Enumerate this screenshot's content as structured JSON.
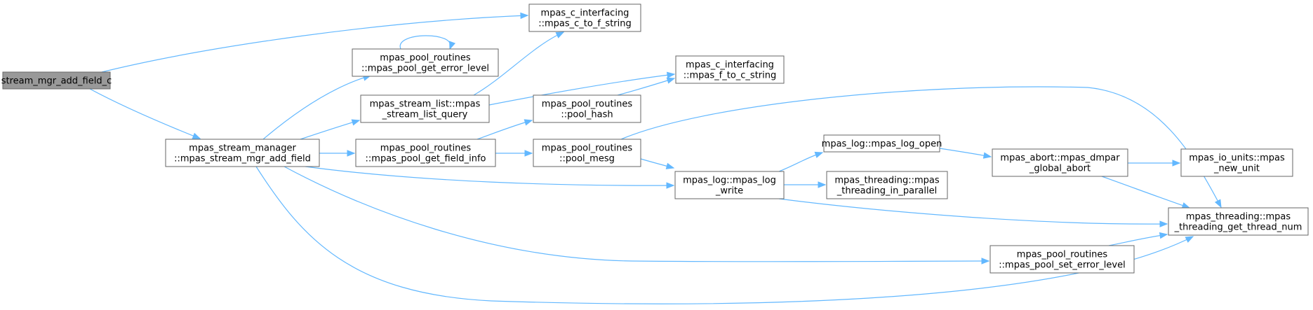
{
  "nodes": [
    {
      "id": "root",
      "lines": [
        "stream_mgr_add_field_c"
      ],
      "root": true
    },
    {
      "id": "addfield",
      "lines": [
        "mpas_stream_manager",
        "::mpas_stream_mgr_add_field"
      ]
    },
    {
      "id": "c2f",
      "lines": [
        "mpas_c_interfacing",
        "::mpas_c_to_f_string"
      ]
    },
    {
      "id": "geterr",
      "lines": [
        "mpas_pool_routines",
        "::mpas_pool_get_error_level"
      ]
    },
    {
      "id": "listquery",
      "lines": [
        "mpas_stream_list::mpas",
        "_stream_list_query"
      ]
    },
    {
      "id": "fieldinfo",
      "lines": [
        "mpas_pool_routines",
        "::mpas_pool_get_field_info"
      ]
    },
    {
      "id": "f2c",
      "lines": [
        "mpas_c_interfacing",
        "::mpas_f_to_c_string"
      ]
    },
    {
      "id": "poolhash",
      "lines": [
        "mpas_pool_routines",
        "::pool_hash"
      ]
    },
    {
      "id": "poolmesg",
      "lines": [
        "mpas_pool_routines",
        "::pool_mesg"
      ]
    },
    {
      "id": "logopen",
      "lines": [
        "mpas_log::mpas_log_open"
      ]
    },
    {
      "id": "logwrite",
      "lines": [
        "mpas_log::mpas_log",
        "_write"
      ]
    },
    {
      "id": "inpar",
      "lines": [
        "mpas_threading::mpas",
        "_threading_in_parallel"
      ]
    },
    {
      "id": "dmpar",
      "lines": [
        "mpas_abort::mpas_dmpar",
        "_global_abort"
      ]
    },
    {
      "id": "newunit",
      "lines": [
        "mpas_io_units::mpas",
        "_new_unit"
      ]
    },
    {
      "id": "threadnum",
      "lines": [
        "mpas_threading::mpas",
        "_threading_get_thread_num"
      ]
    },
    {
      "id": "seterr",
      "lines": [
        "mpas_pool_routines",
        "::mpas_pool_set_error_level"
      ]
    }
  ],
  "edges": [
    {
      "from": "root",
      "to": "c2f"
    },
    {
      "from": "root",
      "to": "addfield"
    },
    {
      "from": "addfield",
      "to": "geterr"
    },
    {
      "from": "addfield",
      "to": "listquery"
    },
    {
      "from": "addfield",
      "to": "fieldinfo"
    },
    {
      "from": "addfield",
      "to": "logwrite"
    },
    {
      "from": "addfield",
      "to": "seterr"
    },
    {
      "from": "addfield",
      "to": "threadnum"
    },
    {
      "from": "geterr",
      "to": "geterr"
    },
    {
      "from": "listquery",
      "to": "c2f"
    },
    {
      "from": "listquery",
      "to": "f2c"
    },
    {
      "from": "fieldinfo",
      "to": "poolhash"
    },
    {
      "from": "fieldinfo",
      "to": "poolmesg"
    },
    {
      "from": "poolhash",
      "to": "f2c"
    },
    {
      "from": "poolmesg",
      "to": "logwrite"
    },
    {
      "from": "poolmesg",
      "to": "threadnum"
    },
    {
      "from": "logwrite",
      "to": "logopen"
    },
    {
      "from": "logwrite",
      "to": "inpar"
    },
    {
      "from": "logwrite",
      "to": "threadnum"
    },
    {
      "from": "logopen",
      "to": "dmpar"
    },
    {
      "from": "dmpar",
      "to": "newunit"
    },
    {
      "from": "dmpar",
      "to": "threadnum"
    },
    {
      "from": "seterr",
      "to": "threadnum"
    }
  ],
  "colors": {
    "edge": "#63b8ff",
    "node_border": "#666666",
    "node_fill": "#ffffff",
    "root_fill": "#999999",
    "text": "#000000"
  }
}
